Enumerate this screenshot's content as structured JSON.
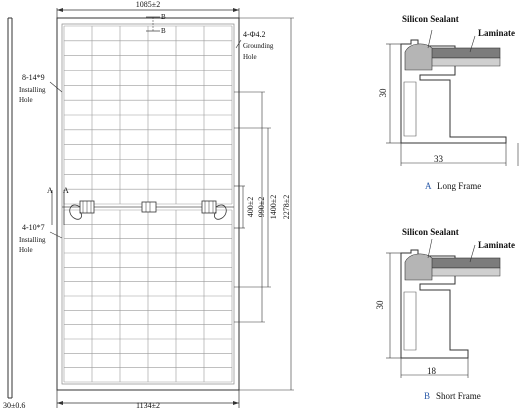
{
  "panel": {
    "top_width": "1085±2",
    "b_label_1": "B",
    "b_label_2": "B",
    "grounding_line1": "4-Φ4.2",
    "grounding_line2": "Grounding",
    "grounding_line3": "Hole",
    "install_a_line1": "8-14*9",
    "install_a_line2": "Installing",
    "install_a_line3": "Hole",
    "a_label_1": "A",
    "a_label_2": "A",
    "install_b_line1": "4-10*7",
    "install_b_line2": "Installing",
    "install_b_line3": "Hole",
    "dim_400": "400±2",
    "dim_990": "990±2",
    "dim_1400": "1400±2",
    "dim_2278": "2278±2",
    "bottom_width": "1134±2",
    "thickness": "30±0.6"
  },
  "long_frame": {
    "sealant_label": "Silicon Sealant",
    "laminate_label": "Laminate",
    "height": "30",
    "width": "33",
    "caption_letter": "A",
    "caption_text": "Long Frame"
  },
  "short_frame": {
    "sealant_label": "Silicon Sealant",
    "laminate_label": "Laminate",
    "height": "30",
    "width": "18",
    "caption_letter": "B",
    "caption_text": "Short Frame"
  }
}
